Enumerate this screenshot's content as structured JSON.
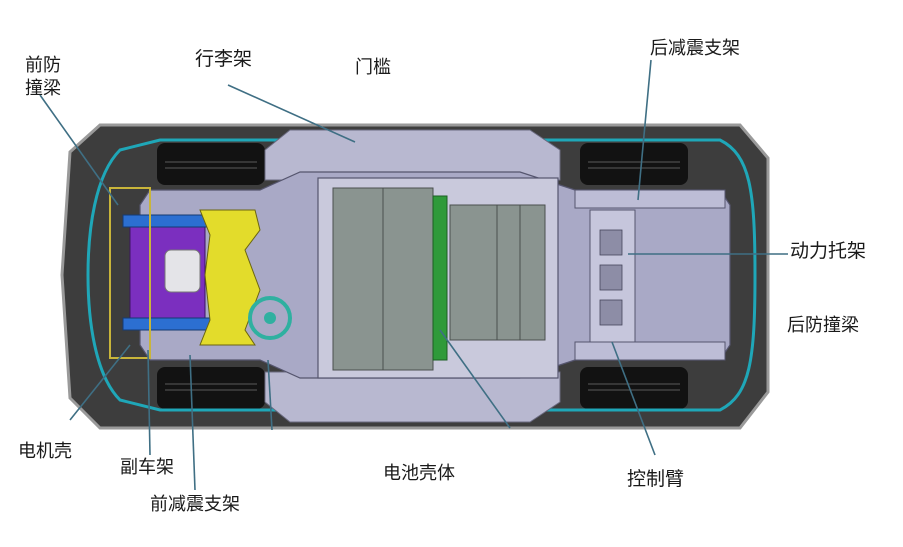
{
  "labels": {
    "front_bumper_line1": "前防",
    "front_bumper_line2": "撞梁",
    "luggage_rack": "行李架",
    "door_sill": "门槛",
    "rear_shock_bracket": "后减震支架",
    "power_bracket": "动力托架",
    "rear_bumper": "后防撞梁",
    "motor_housing": "电机壳",
    "subframe": "副车架",
    "front_shock_bracket": "前减震支架",
    "battery_housing": "电池壳体",
    "control_arm": "控制臂"
  },
  "colors": {
    "leader_line": "#3f6f84",
    "body_frame": "#1fa7b8",
    "tire": "#121212",
    "motor": "#7b2fbf",
    "subframe": "#e3dc2b",
    "arm_blue": "#2c6fd1",
    "battery_module": "#8a9490",
    "cooling_plate": "#2f9a3a"
  }
}
